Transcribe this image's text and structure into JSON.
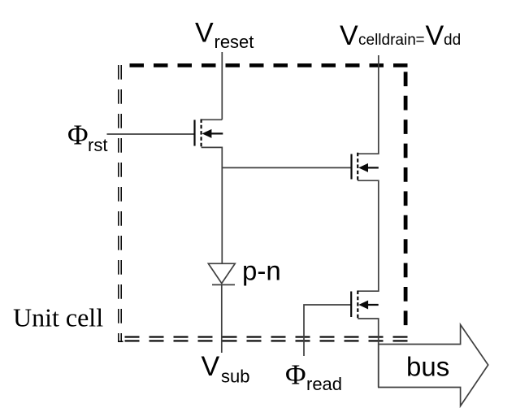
{
  "diagram": {
    "type": "circuit-schematic",
    "description": "Unit cell schematic of an active pixel sensor with reset transistor, source-follower, read transistor, p-n photodiode and output bus arrow",
    "labels": {
      "v_reset": {
        "base": "V",
        "sub": "reset"
      },
      "v_celldrain": {
        "base": "V",
        "sub": "celldrain",
        "eq": "=",
        "base2": "V",
        "sub2": "dd"
      },
      "phi_rst": {
        "base": "Φ",
        "sub": "rst"
      },
      "phi_read": {
        "base": "Φ",
        "sub": "read"
      },
      "v_sub": {
        "base": "V",
        "sub": "sub"
      },
      "unit_cell": "Unit cell",
      "pn": "p-n",
      "bus": "bus"
    },
    "colors": {
      "background": "#ffffff",
      "wire": "#3f3f3f",
      "border": "#000000",
      "text": "#000000"
    }
  }
}
